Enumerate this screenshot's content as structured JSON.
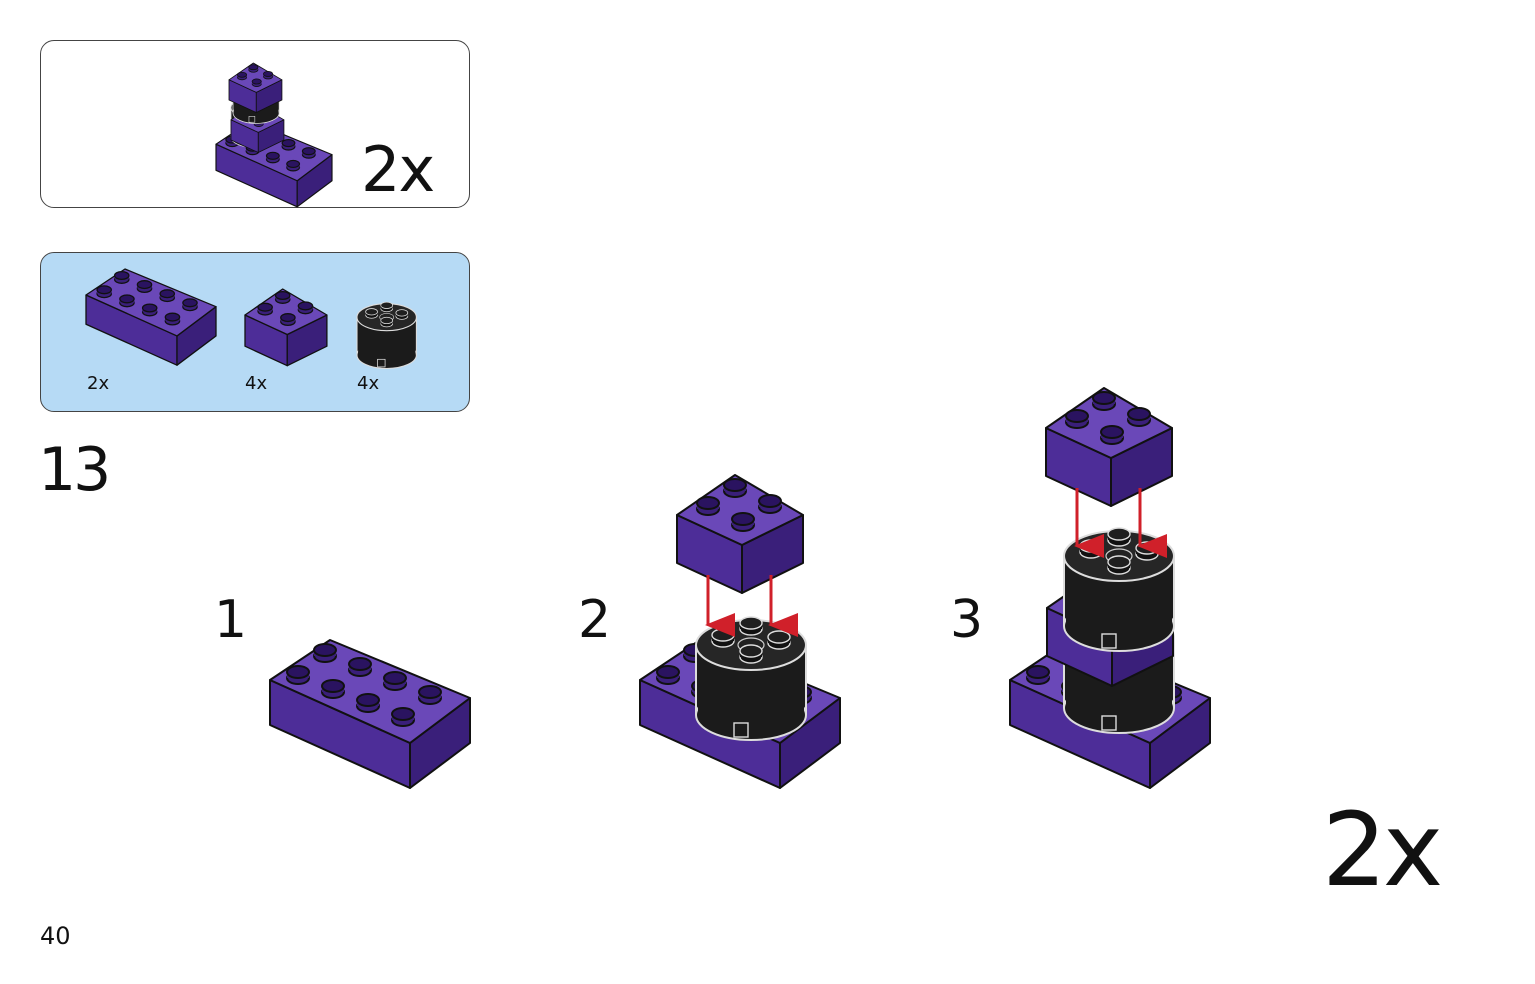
{
  "colors": {
    "brick_top": "#6a48b8",
    "brick_front": "#4d2d98",
    "brick_side": "#3a1f7a",
    "round_brick": "#1b1b1b",
    "arrow": "#d0202a",
    "parts_panel_bg": "#b6daf5"
  },
  "result_panel": {
    "multiplier": "2x"
  },
  "parts_panel": {
    "parts": [
      {
        "name": "brick-2x4-purple",
        "qty": "2x"
      },
      {
        "name": "brick-2x2-purple",
        "qty": "4x"
      },
      {
        "name": "round-brick-2x2-black",
        "qty": "4x"
      }
    ]
  },
  "step": {
    "number": "13"
  },
  "sub_steps": [
    {
      "label": "1"
    },
    {
      "label": "2"
    },
    {
      "label": "3"
    }
  ],
  "build_multiplier": "2x",
  "page_number": "40"
}
